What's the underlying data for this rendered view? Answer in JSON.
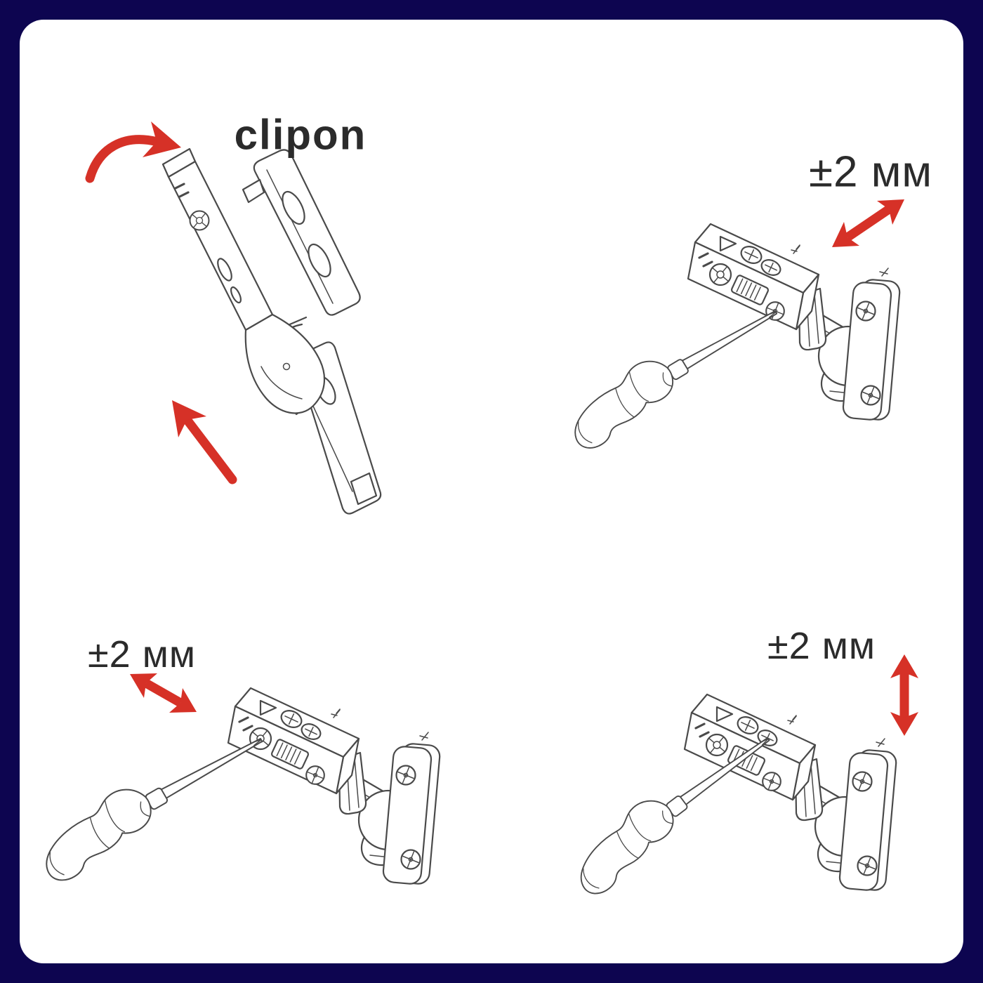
{
  "colors": {
    "background": "#0d0550",
    "canvas": "#ffffff",
    "accent_red": "#d63127",
    "line_art": "#4a4a4a",
    "text": "#2b2b2b"
  },
  "panels": {
    "attach": {
      "label": "clipon"
    },
    "side_adjustment": {
      "label": "±2 мм"
    },
    "depth_adjustment": {
      "label": "±2 мм"
    },
    "height_adjustment": {
      "label": "±2 мм"
    }
  },
  "icons": {
    "attach_rotate": "curved-arrow",
    "attach_push": "straight-arrow",
    "side_adjustment": "diagonal-double-arrow",
    "depth_adjustment": "diagonal-double-arrow",
    "height_adjustment": "vertical-double-arrow"
  }
}
